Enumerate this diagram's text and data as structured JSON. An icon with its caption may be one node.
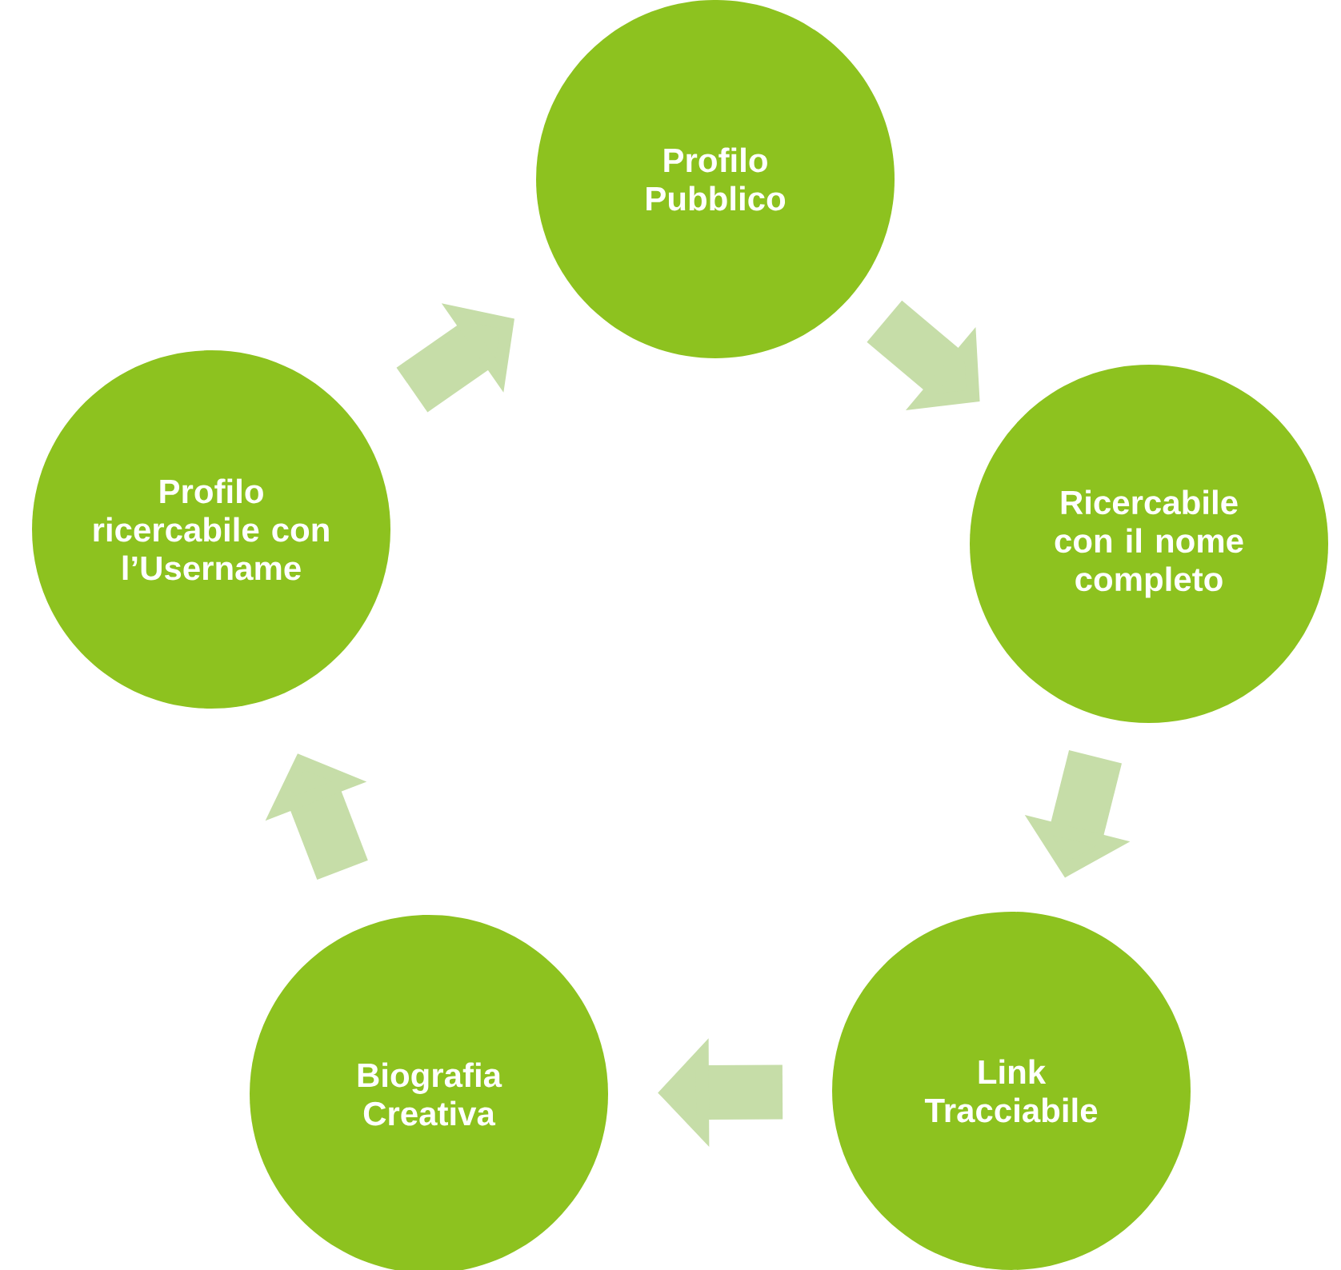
{
  "diagram": {
    "nodes": [
      {
        "text": [
          "Profilo Pubblico"
        ]
      },
      {
        "text": [
          "Ricercabile con il nome completo"
        ]
      },
      {
        "text": [
          "Link Tracciabile"
        ]
      },
      {
        "text": [
          "Biografia Creativa"
        ]
      },
      {
        "text": [
          "Profilo ricercabile con l’Username"
        ]
      }
    ],
    "edges": [
      {
        "from": 0,
        "to": 1,
        "arrow": "to"
      },
      {
        "from": 1,
        "to": 2,
        "arrow": "to"
      },
      {
        "from": 2,
        "to": 3,
        "arrow": "to"
      },
      {
        "from": 3,
        "to": 4,
        "arrow": "to"
      },
      {
        "from": 4,
        "to": 0,
        "arrow": "to"
      }
    ]
  }
}
